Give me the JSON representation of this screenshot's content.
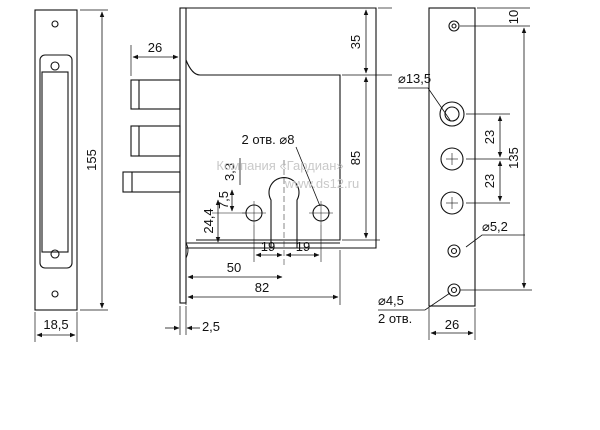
{
  "dimensions": {
    "plate_height": "155",
    "plate_width": "18,5",
    "bolt_length": "26",
    "top_offset": "35",
    "side_height": "85",
    "holes_label": "2 отв. ⌀8",
    "d_3_3": "3,3",
    "d_7_5": "7,5",
    "d_24_4": "24,4",
    "d_19a": "19",
    "d_19b": "19",
    "d_50": "50",
    "d_82": "82",
    "d_2_5": "2,5",
    "front_10": "10",
    "front_d13_5": "⌀13,5",
    "front_23a": "23",
    "front_23b": "23",
    "front_135": "135",
    "front_d5_2": "⌀5,2",
    "front_d4_5": "⌀4,5",
    "front_2holes": "2 отв.",
    "front_26": "26"
  },
  "watermark": {
    "line1": "Компания «Гардиан»",
    "line2": "www.ds12.ru"
  }
}
